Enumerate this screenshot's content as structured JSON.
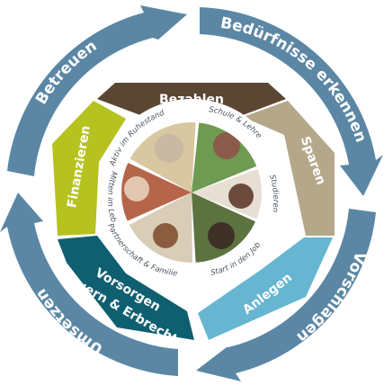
{
  "colors": {
    "outer_ring": "#5b87a5",
    "outer_ring_dark": "#47708d",
    "bezahlen": "#5a4632",
    "sparen": "#b5a88a",
    "anlegen": "#66b6d2",
    "vorsorgen": "#0e5f70",
    "finanzieren": "#b5c21f",
    "inner_bg": "#ffffff",
    "inner_text": "#4a5560"
  },
  "outer_ring": [
    {
      "id": "beduerfnisse",
      "label": "Bedürfnisse erkennen"
    },
    {
      "id": "vorschlagen",
      "label": "Vorschlagen"
    },
    {
      "id": "umsetzen",
      "label": "Umsetzen"
    },
    {
      "id": "betreuen",
      "label": "Betreuen"
    }
  ],
  "middle_ring": [
    {
      "id": "bezahlen",
      "label": "Bezahlen"
    },
    {
      "id": "sparen",
      "label": "Sparen"
    },
    {
      "id": "anlegen",
      "label": "Anlegen"
    },
    {
      "id": "vorsorgen",
      "label_line1": "Vorsorgen",
      "label_line2": "Steuern & Erbrecht"
    },
    {
      "id": "finanzieren",
      "label": "Finanzieren"
    }
  ],
  "life_stages": [
    {
      "id": "aktiv",
      "label": "Aktiv im Ruhestand",
      "photo": "senior-woman-photo"
    },
    {
      "id": "schule",
      "label": "Schule & Lehre",
      "photo": "teen-girl-photo"
    },
    {
      "id": "studieren",
      "label": "Studieren",
      "photo": "student-woman-photo"
    },
    {
      "id": "start",
      "label": "Start in den Job",
      "photo": "young-professional-photo"
    },
    {
      "id": "partner",
      "label": "Partnerschaft & Familie",
      "photo": "mother-baby-photo"
    },
    {
      "id": "mitten",
      "label": "Mitten im Leben",
      "photo": "middle-aged-woman-photo"
    }
  ]
}
